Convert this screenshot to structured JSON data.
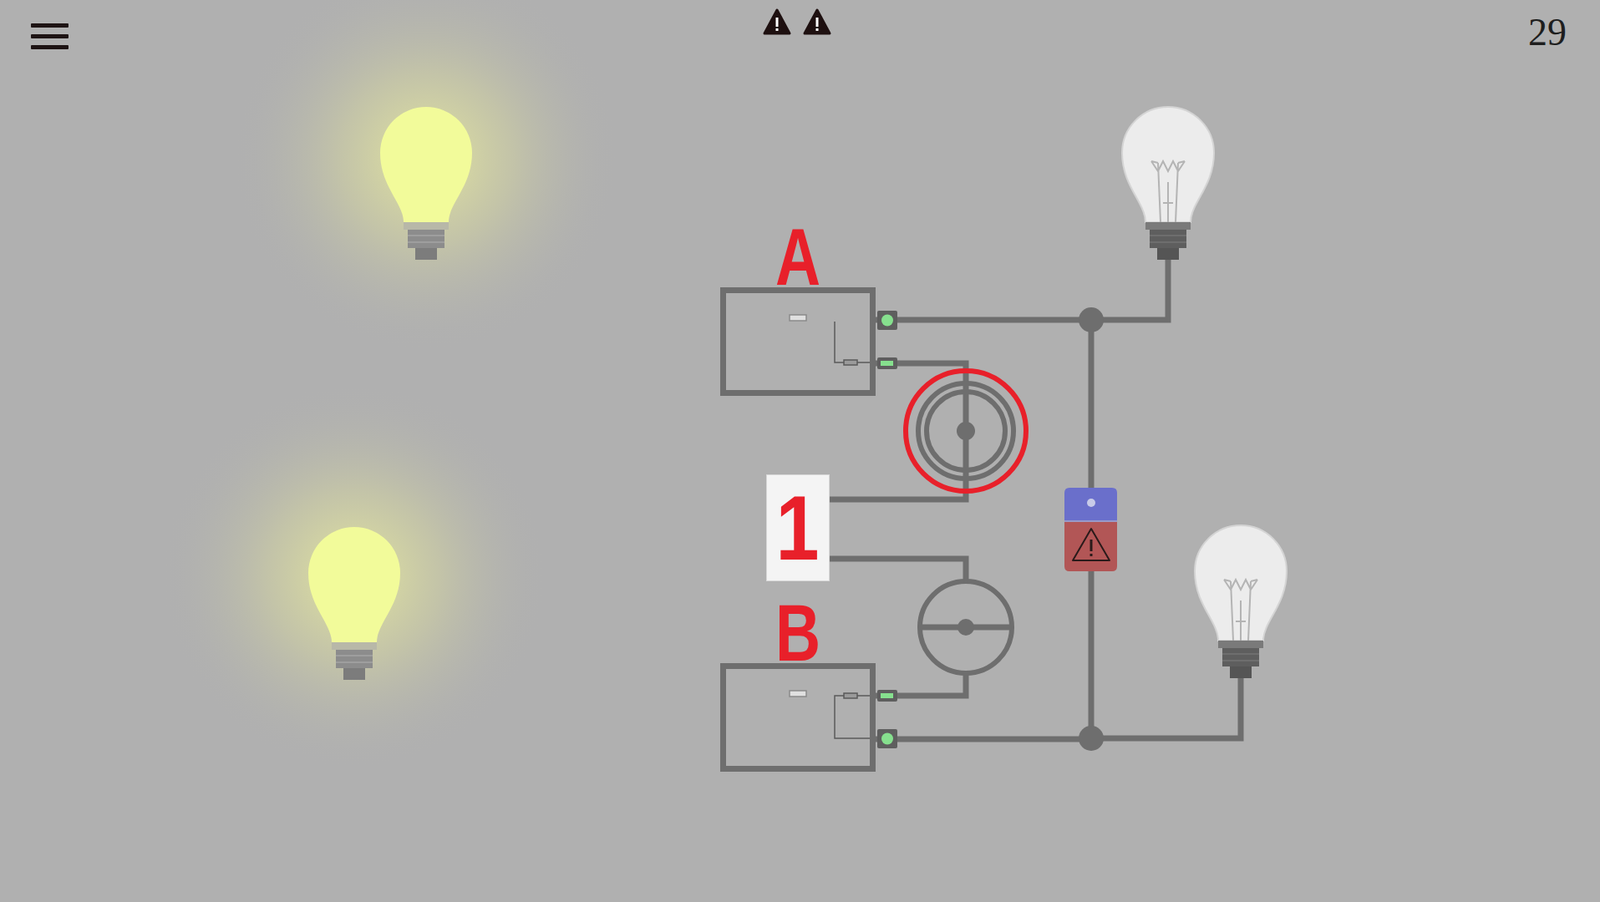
{
  "diagram": {
    "nodes": [
      {
        "text": [
          "A"
        ]
      },
      {
        "text": [
          "1"
        ]
      },
      {
        "text": [
          "B"
        ]
      }
    ],
    "edges": [
      {
        "from": 0,
        "to": 1,
        "arrow": "none"
      },
      {
        "from": 1,
        "to": 2,
        "arrow": "none"
      },
      {
        "from": 0,
        "to": 2,
        "arrow": "none"
      }
    ],
    "labels": [
      "29"
    ]
  }
}
